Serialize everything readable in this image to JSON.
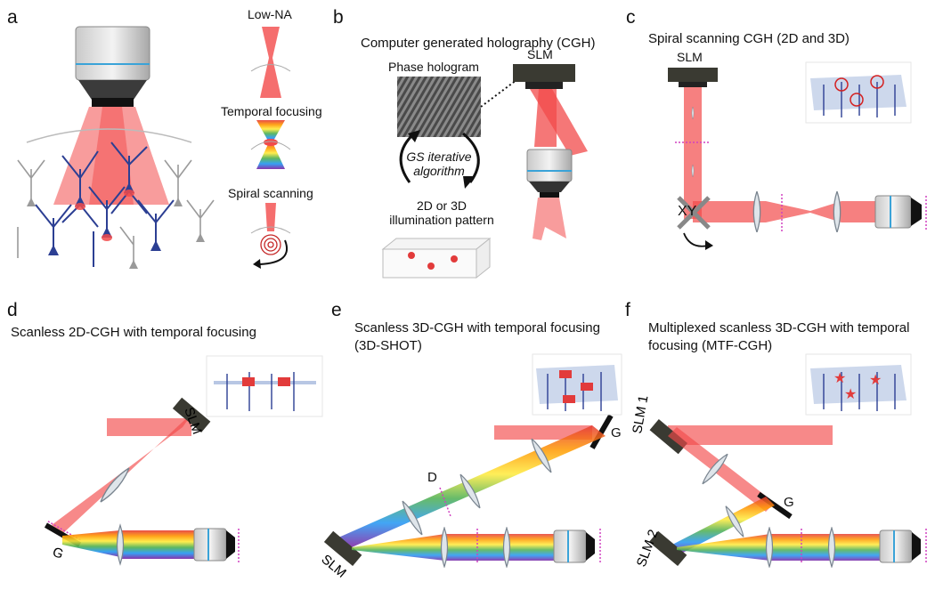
{
  "panels": {
    "a": {
      "letter": "a",
      "low_na": "Low-NA",
      "temporal": "Temporal focusing",
      "spiral": "Spiral scanning"
    },
    "b": {
      "letter": "b",
      "title": "Computer generated holography  (CGH)",
      "phase": "Phase hologram",
      "slm": "SLM",
      "gs_line1": "GS iterative",
      "gs_line2": "algorithm",
      "pattern_line1": "2D or 3D",
      "pattern_line2": "illumination pattern"
    },
    "c": {
      "letter": "c",
      "title": "Spiral scanning CGH (2D and 3D)",
      "slm": "SLM",
      "xy": "XY"
    },
    "d": {
      "letter": "d",
      "title": "Scanless 2D-CGH with temporal focusing",
      "slm": "SLM",
      "g": "G"
    },
    "e": {
      "letter": "e",
      "title_line1": "Scanless 3D-CGH with temporal focusing",
      "title_line2": "(3D-SHOT)",
      "d": "D",
      "g": "G",
      "slm": "SLM"
    },
    "f": {
      "letter": "f",
      "title_line1": "Multiplexed scanless 3D-CGH with temporal",
      "title_line2": "focusing (MTF-CGH)",
      "slm1": "SLM 1",
      "slm2": "SLM 2",
      "g": "G"
    }
  },
  "colors": {
    "beam": "#f24a4a",
    "neuron_blue": "#2c3f93",
    "neuron_gray": "#9a9a9a",
    "dashed": "#d040c0"
  },
  "icons": [
    "objective-icon",
    "slm-icon",
    "lens-icon",
    "grating-icon",
    "galvo-mirror-icon",
    "neuron-icon"
  ]
}
